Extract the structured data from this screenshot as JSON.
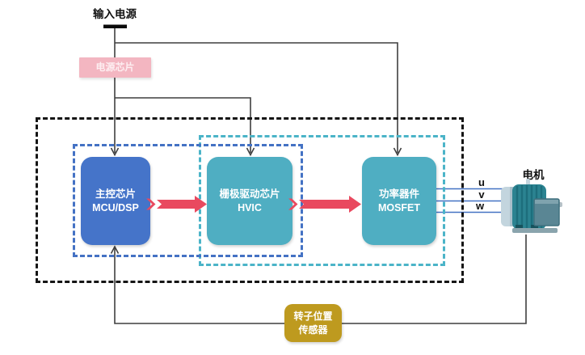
{
  "labels": {
    "input_power": "输入电源",
    "power_chip": "电源芯片",
    "motor": "电机"
  },
  "blocks": {
    "mcu": {
      "line1": "主控芯片",
      "line2": "MCU/DSP"
    },
    "gate_driver": {
      "line1": "栅极驱动芯片",
      "line2": "HVIC"
    },
    "power_device": {
      "line1": "功率器件",
      "line2": "MOSFET"
    },
    "sensor": {
      "line1": "转子位置",
      "line2": "传感器"
    }
  },
  "phases": [
    "u",
    "v",
    "w"
  ],
  "palette": {
    "mcu_blue": "#4574c9",
    "teal_box": "#4faec2",
    "power_chip_pink": "#f3b6c1",
    "sensor_gold": "#be9a1f",
    "signal_arrow_red": "#e9495f",
    "control_frame_blue": "#4472c4",
    "driver_frame_teal": "#4bb4c8",
    "system_frame_black": "#151515",
    "wire_gray": "#3f3f3f",
    "phase_line_blue": "#4472c4"
  }
}
